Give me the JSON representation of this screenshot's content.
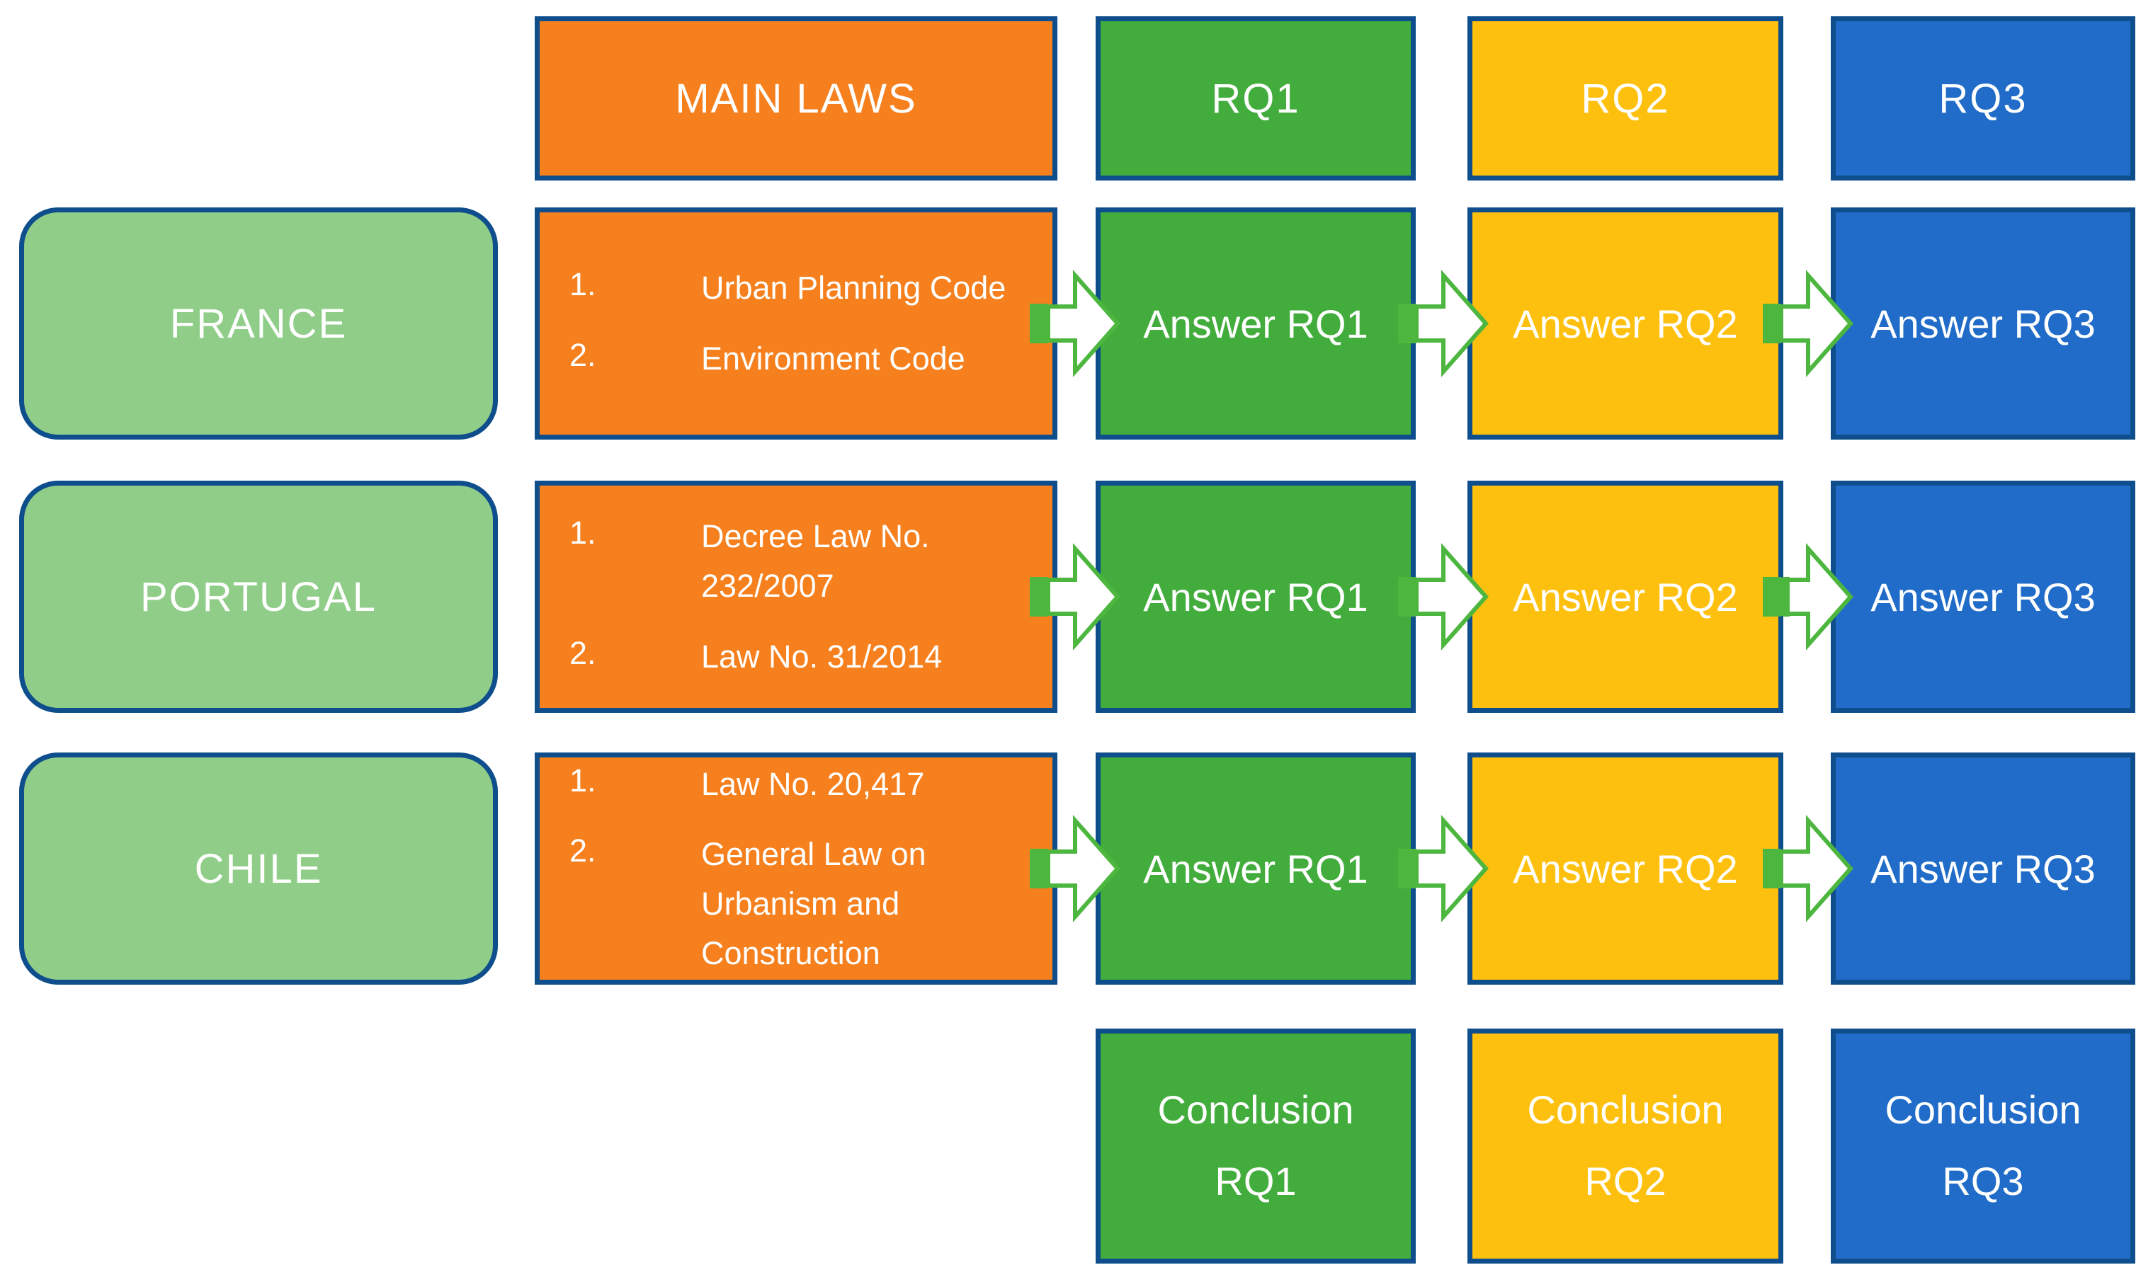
{
  "header": {
    "main_laws": "MAIN LAWS",
    "rq1": "RQ1",
    "rq2": "RQ2",
    "rq3": "RQ3"
  },
  "colors": {
    "orange": "#F6801E",
    "green": "#42AD3C",
    "light_green": "#8FCD88",
    "yellow": "#FEC00F",
    "blue": "#206CC8",
    "border_navy": "#0F4E8C",
    "arrow_green": "#4CB63F",
    "text": "#FFFFFF"
  },
  "rows": [
    {
      "country": "FRANCE",
      "laws": [
        {
          "num": "1.",
          "text": "Urban Planning Code"
        },
        {
          "num": "2.",
          "text": "Environment Code"
        }
      ],
      "answer_rq1": "Answer RQ1",
      "answer_rq2": "Answer RQ2",
      "answer_rq3": "Answer RQ3"
    },
    {
      "country": "PORTUGAL",
      "laws": [
        {
          "num": "1.",
          "text": "Decree Law No. 232/2007"
        },
        {
          "num": "2.",
          "text": "Law No. 31/2014"
        }
      ],
      "answer_rq1": "Answer RQ1",
      "answer_rq2": "Answer RQ2",
      "answer_rq3": "Answer RQ3"
    },
    {
      "country": "CHILE",
      "laws": [
        {
          "num": "1.",
          "text": "Law No. 20,417"
        },
        {
          "num": "2.",
          "text": "General Law on Urbanism and Construction"
        }
      ],
      "answer_rq1": "Answer RQ1",
      "answer_rq2": "Answer RQ2",
      "answer_rq3": "Answer RQ3"
    }
  ],
  "conclusions": [
    {
      "line1": "Conclusion",
      "line2": "RQ1"
    },
    {
      "line1": "Conclusion",
      "line2": "RQ2"
    },
    {
      "line1": "Conclusion",
      "line2": "RQ3"
    }
  ]
}
